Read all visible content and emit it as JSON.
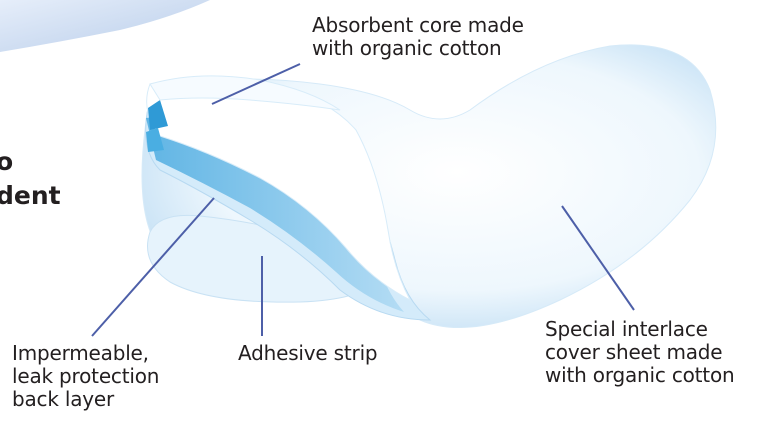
{
  "labels": {
    "absorbent_core": "Absorbent core made\nwith organic cotton",
    "impermeable": "Impermeable,\nleak protection\nback layer",
    "adhesive": "Adhesive strip",
    "cover_sheet": "Special interlace\ncover sheet made\nwith organic cotton"
  },
  "cutoff_text": {
    "line1": "o",
    "line2": "dent"
  },
  "colors": {
    "leader_line": "#4d5fa8",
    "text": "#231f20",
    "pad_light": "#eef7fd",
    "pad_mid": "#cfe8f8",
    "pad_blue": "#5fb8e6",
    "banner": "#cfe0f4"
  }
}
